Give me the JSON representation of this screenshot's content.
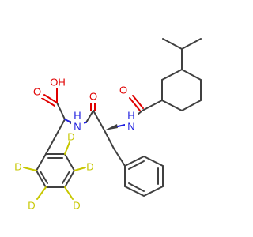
{
  "molecule": {
    "labels": {
      "hydroxyl": "OH",
      "carboxyl_oxygen": "O",
      "amide_oxygen_1": "O",
      "amide_oxygen_2": "O",
      "amide_nh_1": "H",
      "amide_n_1": "N",
      "amide_nh_2": "H",
      "amide_n_2": "N",
      "d1": "D",
      "d2": "D",
      "d3": "D",
      "d4": "D",
      "d5": "D"
    },
    "colors": {
      "carbon_bond": "#404040",
      "oxygen": "#e00000",
      "nitrogen": "#2020e0",
      "deuterium": "#c7c700"
    }
  }
}
